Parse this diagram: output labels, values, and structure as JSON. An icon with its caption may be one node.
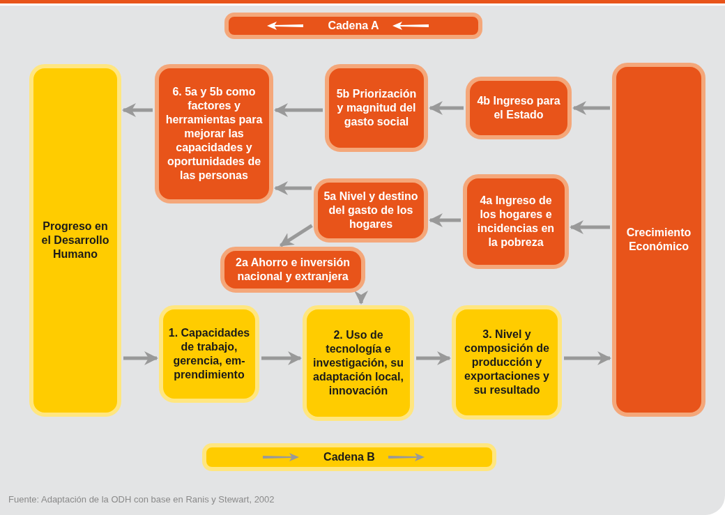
{
  "diagram": {
    "caption": "Fuente: Adaptación de la ODH con base en Ranis y Stewart, 2002",
    "nodes": [
      {
        "text": [
          "Cadena A"
        ]
      },
      {
        "text": [
          "Progreso en el Desarrollo Humano"
        ]
      },
      {
        "text": [
          "6. 5a y 5b como factores y herramientas para mejorar las capacidades y oportunidades de las personas"
        ]
      },
      {
        "text": [
          "5b Priorización y magnitud del gasto social"
        ]
      },
      {
        "text": [
          "4b Ingreso para el Estado"
        ]
      },
      {
        "text": [
          "Crecimiento Económico"
        ]
      },
      {
        "text": [
          "5a Nivel y destino del gasto de los hogares"
        ]
      },
      {
        "text": [
          "4a Ingreso de los hogares e incidencias en la pobreza"
        ]
      },
      {
        "text": [
          "2a Ahorro e inversión nacional y extranjera"
        ]
      },
      {
        "text": [
          "1. Capacidades de trabajo, gerencia, em-prendimiento"
        ]
      },
      {
        "text": [
          "2. Uso de tecnología e investigación, su adaptación local, innovación"
        ]
      },
      {
        "text": [
          "3. Nivel y composición de producción y exportaciones y su resultado"
        ]
      },
      {
        "text": [
          "Cadena B"
        ]
      }
    ],
    "edges": [
      {
        "from": 5,
        "to": 4,
        "arrow": "to"
      },
      {
        "from": 4,
        "to": 3,
        "arrow": "to"
      },
      {
        "from": 3,
        "to": 2,
        "arrow": "to"
      },
      {
        "from": 2,
        "to": 1,
        "arrow": "to"
      },
      {
        "from": 5,
        "to": 7,
        "arrow": "to"
      },
      {
        "from": 7,
        "to": 6,
        "arrow": "to"
      },
      {
        "from": 6,
        "to": 2,
        "arrow": "to"
      },
      {
        "from": 6,
        "to": 8,
        "arrow": "to"
      },
      {
        "from": 8,
        "to": 10,
        "arrow": "to"
      },
      {
        "from": 1,
        "to": 9,
        "arrow": "to"
      },
      {
        "from": 9,
        "to": 10,
        "arrow": "to"
      },
      {
        "from": 10,
        "to": 11,
        "arrow": "to"
      },
      {
        "from": 11,
        "to": 5,
        "arrow": "to"
      }
    ]
  }
}
